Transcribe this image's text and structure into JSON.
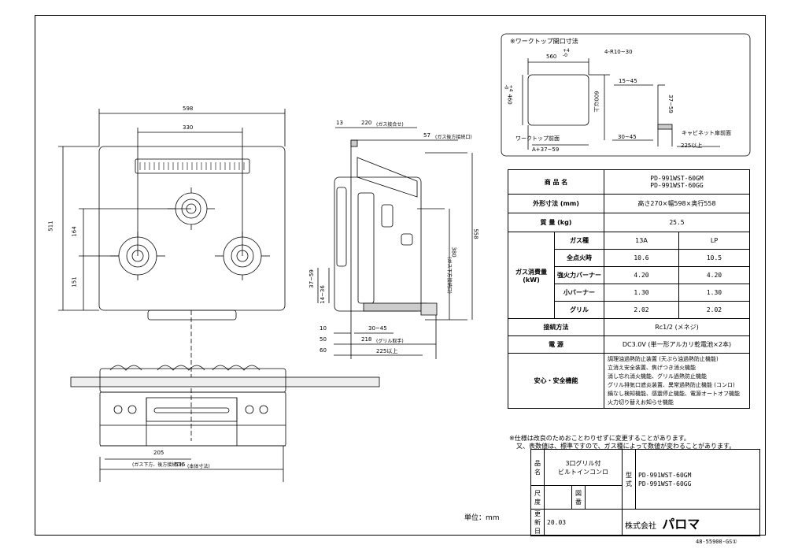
{
  "front_view": {
    "dim_width": "598",
    "dim_inner": "330",
    "dim_height": "511",
    "dim_164": "164",
    "dim_151": "151"
  },
  "side_view": {
    "dim_13": "13",
    "dim_220": "220",
    "dim_220_note": "(ガス接合せ)",
    "dim_57": "57",
    "dim_57_note": "(ガス後方接続口)",
    "dim_558": "558",
    "dim_380": "380",
    "dim_380_note": "(ガス下方接続口)",
    "dim_37_59": "37~59",
    "dim_14_36": "14~36",
    "dim_10": "10",
    "dim_30_45": "30~45",
    "dim_50": "50",
    "dim_218": "218",
    "dim_218_note": "(グリル取手)",
    "dim_60": "60",
    "dim_225": "225以上"
  },
  "bottom_view": {
    "dim_205": "205",
    "dim_205_note": "(ガス下方、後方接続口)",
    "dim_596": "596",
    "dim_596_note": "(本体寸法)"
  },
  "cutout": {
    "title": "※ワークトップ開口寸法",
    "dim_560": "560",
    "tol_560": "+4\n-0",
    "radius": "4-R10~30",
    "dim_460": "460",
    "tol_460": "+4\n-0",
    "dim_600": "600以上",
    "dim_15_45": "15~45",
    "dim_37_59": "37~59",
    "label_front": "ワークトップ前面",
    "formula": "A+37~59",
    "dim_30_45": "30~45",
    "label_cabinet": "キャビネット扉前面",
    "dim_225": "225以上"
  },
  "spec": {
    "product_label": "商 品 名",
    "product_names": [
      "PD-991WST-60GM",
      "PD-991WST-60GG"
    ],
    "dims_label": "外形寸法 (mm)",
    "dims_value": "高さ270×幅598×奥行558",
    "mass_label": "質 量 (kg)",
    "mass_value": "25.5",
    "gas_label": "ガス消費量 (kW)",
    "gas_type_label": "ガス種",
    "gas_types": [
      "13A",
      "LP"
    ],
    "rows": [
      {
        "label": "全点火時",
        "v13a": "10.6",
        "vlp": "10.5"
      },
      {
        "label": "強火力バーナー",
        "v13a": "4.20",
        "vlp": "4.20"
      },
      {
        "label": "小バーナー",
        "v13a": "1.30",
        "vlp": "1.30"
      },
      {
        "label": "グリル",
        "v13a": "2.02",
        "vlp": "2.02"
      }
    ],
    "conn_label": "接続方法",
    "conn_value": "Rc1/2 (メネジ)",
    "power_label": "電 源",
    "power_value": "DC3.0V (単一形アルカリ乾電池×2本)",
    "safety_label": "安心・安全機能",
    "safety_lines": [
      "調理油過熱防止装置 (天ぷら油過熱防止機能)",
      "立消え安全装置、焦げつき消火機能",
      "消し忘れ消火機能、グリル過熱防止機能",
      "グリル排気口遮炎装置、異常過熱防止機能 (コンロ)",
      "鍋なし検知機能、感震停止機能、電源オートオフ機能",
      "火力切り替えお知らせ機能"
    ]
  },
  "notes": [
    "※仕様は改良のためおことわりせずに変更することがあります。",
    "又、表数値は、標準ですので、ガス種によって数値が変わることがあります。"
  ],
  "unit": "単位：mm",
  "titleblock": {
    "name_label": "品 名",
    "name_value": [
      "3口グリル付",
      "ビルトインコンロ"
    ],
    "type_label": "型 式",
    "type_values": [
      "PD-991WST-60GM",
      "PD-991WST-60GG"
    ],
    "scale_label": "尺 度",
    "drawing_label": "図 番",
    "change_label": "更新日",
    "change_value": "20.03",
    "company": "株式会社",
    "brand": "パロマ"
  },
  "doc_number": "48-55900-GS①"
}
